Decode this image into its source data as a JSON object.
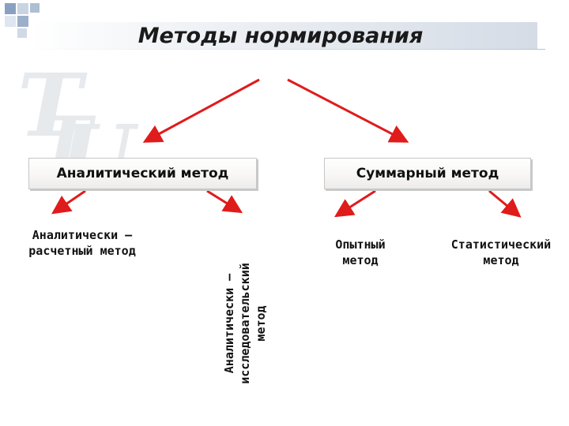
{
  "title": "Методы нормирования",
  "methods": {
    "analytic": "Аналитический метод",
    "summary": "Суммарный метод"
  },
  "leaves": {
    "analytic_calc": [
      "Аналитически –",
      "расчетный метод"
    ],
    "analytic_research": [
      "Аналитически –",
      "исследовательский",
      "метод"
    ],
    "experimental": [
      "Опытный",
      "метод"
    ],
    "statistical": [
      "Статистический",
      "метод"
    ]
  },
  "colors": {
    "arrow": "#e01b1b",
    "title_bar": "#d5dce6"
  },
  "icons": {
    "watermark": "university-monogram"
  }
}
